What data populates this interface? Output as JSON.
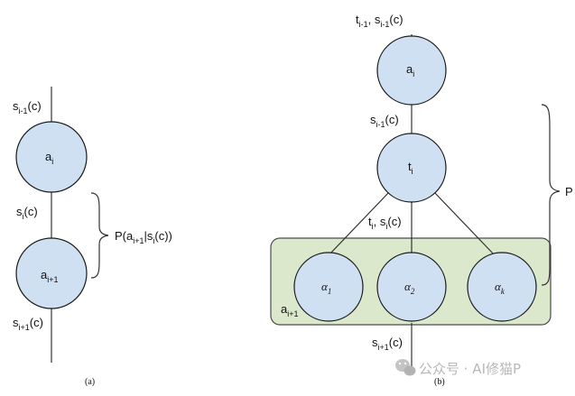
{
  "panel_a": {
    "label_top": {
      "base": "s",
      "sub": "i-1",
      "tail": "(c)"
    },
    "node_1": {
      "base": "a",
      "sub": "i"
    },
    "label_mid": {
      "base": "s",
      "sub": "i",
      "tail": "(c)"
    },
    "bracket_label": {
      "head": "P(a",
      "sub1": "i+1",
      "mid": "|s",
      "sub2": "i",
      "tail": "(c))"
    },
    "node_2": {
      "base": "a",
      "sub": "i+1"
    },
    "label_bottom": {
      "base": "s",
      "sub": "i+1",
      "tail": "(c)"
    },
    "caption": "(a)"
  },
  "panel_b": {
    "label_top": {
      "p1": "t",
      "s1": "i-1",
      "p2": ", s",
      "s2": "i-1",
      "p3": "(c)"
    },
    "node_a": {
      "base": "a",
      "sub": "i"
    },
    "label_2": {
      "base": "s",
      "sub": "i-1",
      "tail": "(c)"
    },
    "node_t": {
      "base": "t",
      "sub": "i"
    },
    "label_3": {
      "p1": "t",
      "s1": "i",
      "p2": ", s",
      "s2": "i",
      "p3": "(c)"
    },
    "alpha_1": {
      "base": "α",
      "sub": "1"
    },
    "alpha_2": {
      "base": "α",
      "sub": "2"
    },
    "alpha_k": {
      "base": "α",
      "sub": "k"
    },
    "group_label": {
      "base": "a",
      "sub": "i+1"
    },
    "label_bottom": {
      "base": "s",
      "sub": "i+1",
      "tail": "(c)"
    },
    "bracket_label": "P",
    "caption": "(b)"
  },
  "watermark": {
    "icon": "wechat-icon",
    "text": "公众号 · AI修猫P"
  },
  "colors": {
    "node_fill": "#cfe0f3",
    "group_fill": "#dbe8cc",
    "group_stroke": "#4d4d4d",
    "line": "#333333"
  }
}
